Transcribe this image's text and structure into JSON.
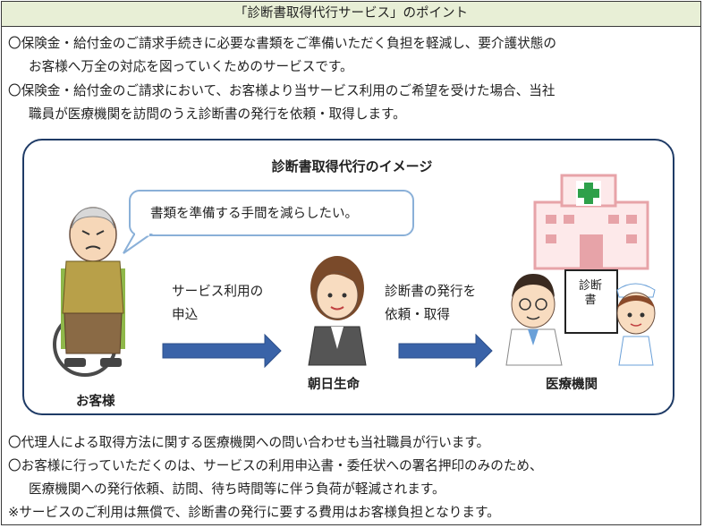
{
  "header": {
    "title": "「診断書取得代行サービス」のポイント"
  },
  "intro": [
    {
      "line1": "〇保険金・給付金のご請求手続きに必要な書類をご準備いただく負担を軽減し、要介護状態の",
      "line2": "お客様へ万全の対応を図っていくためのサービスです。"
    },
    {
      "line1": "〇保険金・給付金のご請求において、お客様より当サービス利用のご希望を受けた場合、当社",
      "line2": "職員が医療機関を訪問のうえ診断書の発行を依頼・取得します。"
    }
  ],
  "image": {
    "title": "診断書取得代行のイメージ",
    "bubble": "書類を準備する手間を減らしたい。",
    "step1_line1": "サービス利用の",
    "step1_line2": "申込",
    "step2_line1": "診断書の発行を",
    "step2_line2": "依頼・取得",
    "customer": "お客様",
    "company": "朝日生命",
    "medical": "医療機関",
    "document_text": "診断書"
  },
  "footer": {
    "note1": "〇代理人による取得方法に関する医療機関への問い合わせも当社職員が行います。",
    "note2_line1": "〇お客様に行っていただくのは、サービスの利用申込書・委任状への署名押印のみのため、",
    "note2_line2": "医療機関への発行依頼、訪問、待ち時間等に伴う負荷が軽減されます。",
    "note3": "※サービスのご利用は無償で、診断書の発行に要する費用はお客様負担となります。"
  },
  "colors": {
    "header_bg": "#e8efd6",
    "box_border": "#1f3b66",
    "arrow": "#3a63a8",
    "bubble_border": "#8ab0d8",
    "hospital": "#e7a3a8",
    "cross": "#2ea04a"
  }
}
